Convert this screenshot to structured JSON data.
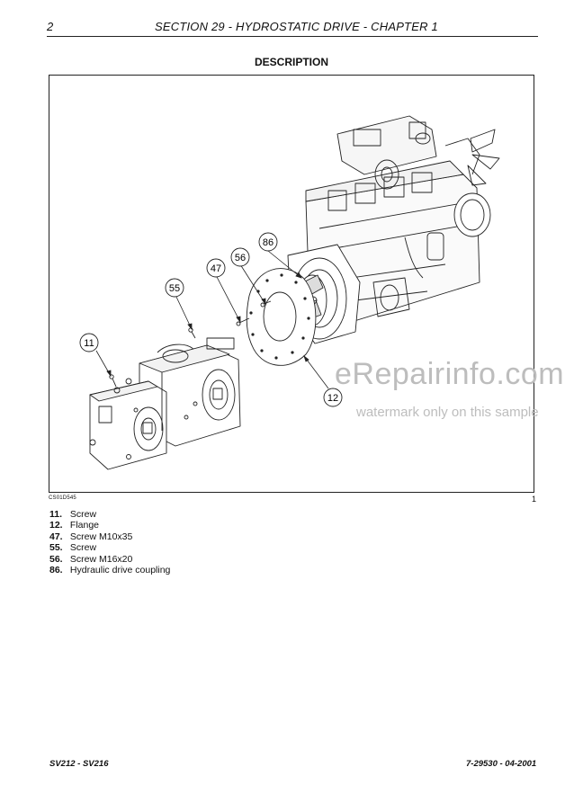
{
  "header": {
    "page_number": "2",
    "title": "SECTION 29 - HYDROSTATIC DRIVE - CHAPTER 1"
  },
  "section_title": "DESCRIPTION",
  "figure": {
    "code": "CS01D545",
    "number": "1",
    "callouts": [
      "86",
      "56",
      "47",
      "55",
      "11",
      "12"
    ]
  },
  "legend": [
    {
      "num": "11.",
      "text": "Screw"
    },
    {
      "num": "12.",
      "text": "Flange"
    },
    {
      "num": "47.",
      "text": "Screw M10x35"
    },
    {
      "num": "55.",
      "text": "Screw"
    },
    {
      "num": "56.",
      "text": "Screw M16x20"
    },
    {
      "num": "86.",
      "text": "Hydraulic drive coupling"
    }
  ],
  "watermark": {
    "brand": "eRepairinfo.com",
    "note": "watermark only on this sample"
  },
  "footer": {
    "model": "SV212 - SV216",
    "doc_ref": "7-29530 - 04-2001"
  }
}
